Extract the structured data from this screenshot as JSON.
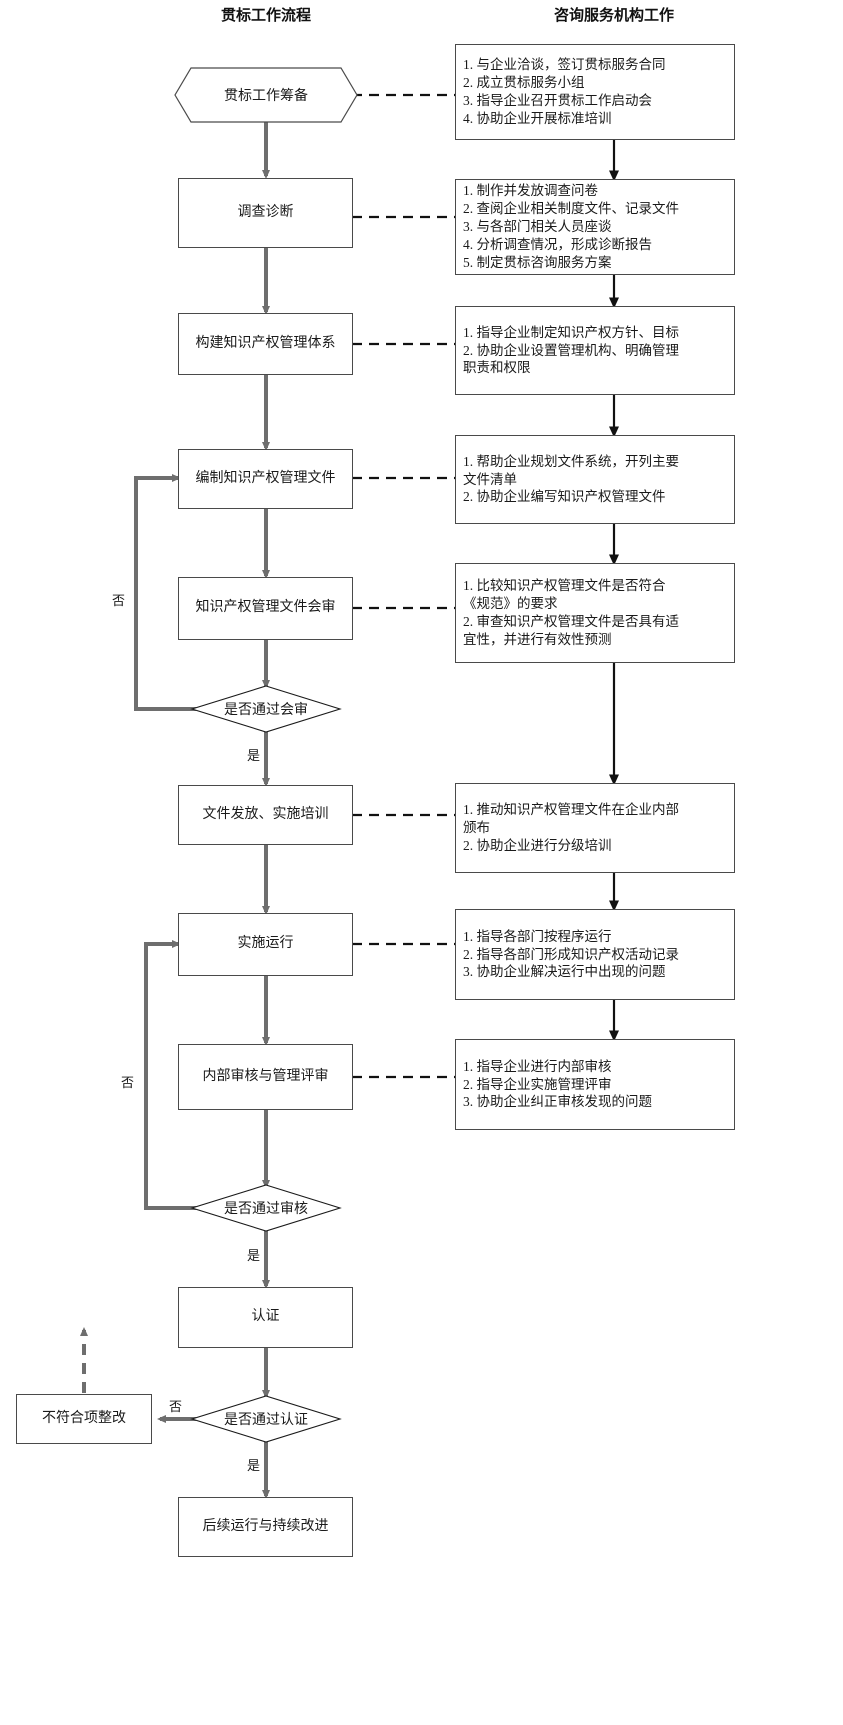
{
  "headers": {
    "left": "贯标工作流程",
    "right": "咨询服务机构工作"
  },
  "colors": {
    "node_border": "#4a4a4a",
    "connector": "#6e6e6e",
    "arrow_dark": "#1a1a1a",
    "text": "#1a1a1a",
    "background": "#ffffff"
  },
  "flow": {
    "start": {
      "label": "贯标工作筹备",
      "shape": "hexagon"
    },
    "steps": [
      {
        "label": "调查诊断",
        "shape": "rect"
      },
      {
        "label": "构建知识产权管理体系",
        "shape": "rect"
      },
      {
        "label": "编制知识产权管理文件",
        "shape": "rect"
      },
      {
        "label": "知识产权管理文件会审",
        "shape": "rect"
      },
      {
        "label": "是否通过会审",
        "shape": "diamond"
      },
      {
        "label": "文件发放、实施培训",
        "shape": "rect"
      },
      {
        "label": "实施运行",
        "shape": "rect"
      },
      {
        "label": "内部审核与管理评审",
        "shape": "rect"
      },
      {
        "label": "是否通过审核",
        "shape": "diamond"
      },
      {
        "label": "认证",
        "shape": "rect"
      },
      {
        "label": "是否通过认证",
        "shape": "diamond"
      },
      {
        "label": "后续运行与持续改进",
        "shape": "rect"
      }
    ],
    "rework": {
      "label": "不符合项整改",
      "shape": "rect"
    },
    "edge_labels": {
      "no_review": "否",
      "yes_review": "是",
      "no_audit": "否",
      "yes_audit": "是",
      "no_cert": "否",
      "yes_cert": "是"
    }
  },
  "details": [
    {
      "for": "贯标工作筹备",
      "items": [
        "1. 与企业洽谈，签订贯标服务合同",
        "2. 成立贯标服务小组",
        "3. 指导企业召开贯标工作启动会",
        "4. 协助企业开展标准培训"
      ]
    },
    {
      "for": "调查诊断",
      "items": [
        "1. 制作并发放调查问卷",
        "2. 查阅企业相关制度文件、记录文件",
        "3. 与各部门相关人员座谈",
        "4. 分析调查情况，形成诊断报告",
        "5. 制定贯标咨询服务方案"
      ]
    },
    {
      "for": "构建知识产权管理体系",
      "items": [
        "1. 指导企业制定知识产权方针、目标",
        "2. 协助企业设置管理机构、明确管理",
        "职责和权限"
      ]
    },
    {
      "for": "编制知识产权管理文件",
      "items": [
        "1. 帮助企业规划文件系统，开列主要",
        "文件清单",
        "2. 协助企业编写知识产权管理文件"
      ]
    },
    {
      "for": "知识产权管理文件会审",
      "items": [
        "1. 比较知识产权管理文件是否符合",
        "《规范》的要求",
        "2. 审查知识产权管理文件是否具有适",
        "宜性，并进行有效性预测"
      ]
    },
    {
      "for": "文件发放、实施培训",
      "items": [
        "1. 推动知识产权管理文件在企业内部",
        "颁布",
        "2. 协助企业进行分级培训"
      ]
    },
    {
      "for": "实施运行",
      "items": [
        "1. 指导各部门按程序运行",
        "2. 指导各部门形成知识产权活动记录",
        "3. 协助企业解决运行中出现的问题"
      ]
    },
    {
      "for": "内部审核与管理评审",
      "items": [
        "1. 指导企业进行内部审核",
        "2. 指导企业实施管理评审",
        "3. 协助企业纠正审核发现的问题"
      ]
    }
  ]
}
